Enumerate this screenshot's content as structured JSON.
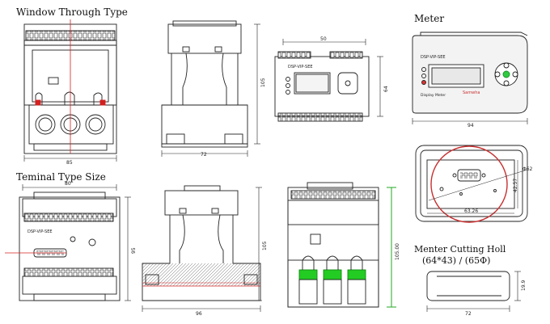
{
  "titles": {
    "window_type": "Window Through Type",
    "terminal_type": "Teminal Type Size",
    "meter": "Meter",
    "cutting_title": "Menter Cutting Holl",
    "cutting_sub": "(64*43) / (65Φ)"
  },
  "dimensions": {
    "w1_width": "85",
    "w2_width": "72",
    "w2_height": "105",
    "w3_width": "50",
    "w3_height": "64",
    "m1_width": "94",
    "m2_circle": "Φ62",
    "m2_height": "42.57",
    "m2_width": "63.26",
    "t1_width": "80",
    "t1_height": "95",
    "t2_height": "105",
    "t2_width": "96",
    "t3_height": "105.00",
    "cut_height": "19.9",
    "cut_width": "72"
  },
  "device_text": {
    "model": "DSP-VIP-SEE",
    "brand": "Samwha",
    "meter_model": "DSP-VIP-SEE",
    "meter_label": "Display Meter"
  },
  "colors": {
    "line": "#222222",
    "red_mark": "#d42020",
    "green_mark": "#22cc22",
    "led_green": "#2ecc40",
    "led_red": "#e03030"
  }
}
